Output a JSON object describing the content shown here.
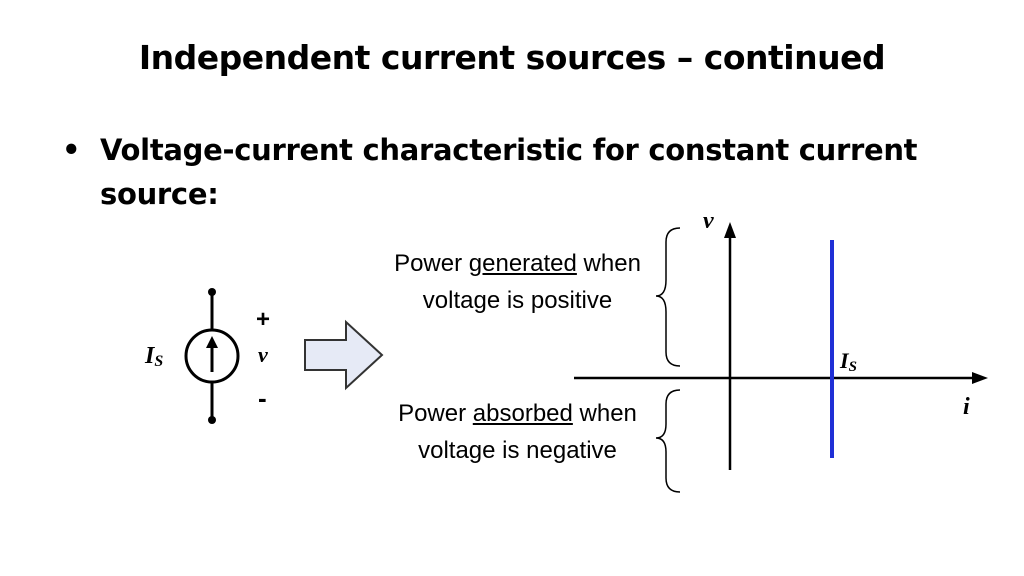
{
  "slide": {
    "title": "Independent current sources – continued",
    "bullet": {
      "marker": "•",
      "text": "Voltage-current characteristic for constant current source:"
    }
  },
  "circuit": {
    "source_label": "I",
    "source_subscript": "S",
    "voltage_label": "v",
    "plus": "+",
    "minus": "-"
  },
  "notes": {
    "generated": {
      "prefix": "Power ",
      "keyword": "generated",
      "suffix": "when voltage is positive"
    },
    "absorbed": {
      "prefix": "Power ",
      "keyword": "absorbed",
      "suffix": "when voltage is negative"
    }
  },
  "graph": {
    "y_axis_label": "v",
    "x_axis_label": "i",
    "line_label": "I",
    "line_subscript": "S",
    "line_color": "#1f2fd6"
  },
  "colors": {
    "arrow_fill": "#e6eaf6",
    "arrow_stroke": "#333333"
  }
}
